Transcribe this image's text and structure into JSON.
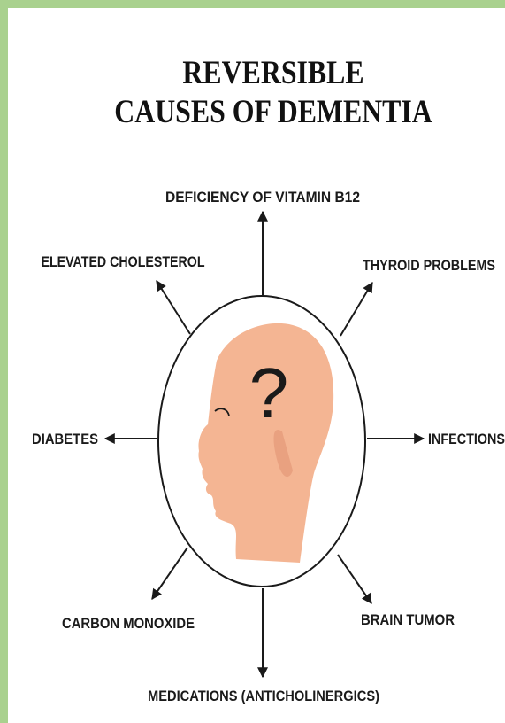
{
  "title_lines": [
    "REVERSIBLE",
    "CAUSES OF DEMENTIA"
  ],
  "center_symbol": "?",
  "causes": {
    "b12": "DEFICIENCY OF VITAMIN B12",
    "thyroid": "THYROID PROBLEMS",
    "infections": "INFECTIONS",
    "brain_tumor": "BRAIN TUMOR",
    "medications": "MEDICATIONS (ANTICHOLINERGICS)",
    "carbon_monoxide": "CARBON MONOXIDE",
    "diabetes": "DIABETES",
    "cholesterol": "ELEVATED CHOLESTEROL"
  },
  "colors": {
    "border": "#a9d18e",
    "background": "#ffffff",
    "head": "#f4b593",
    "ink": "#1a1a1a"
  }
}
